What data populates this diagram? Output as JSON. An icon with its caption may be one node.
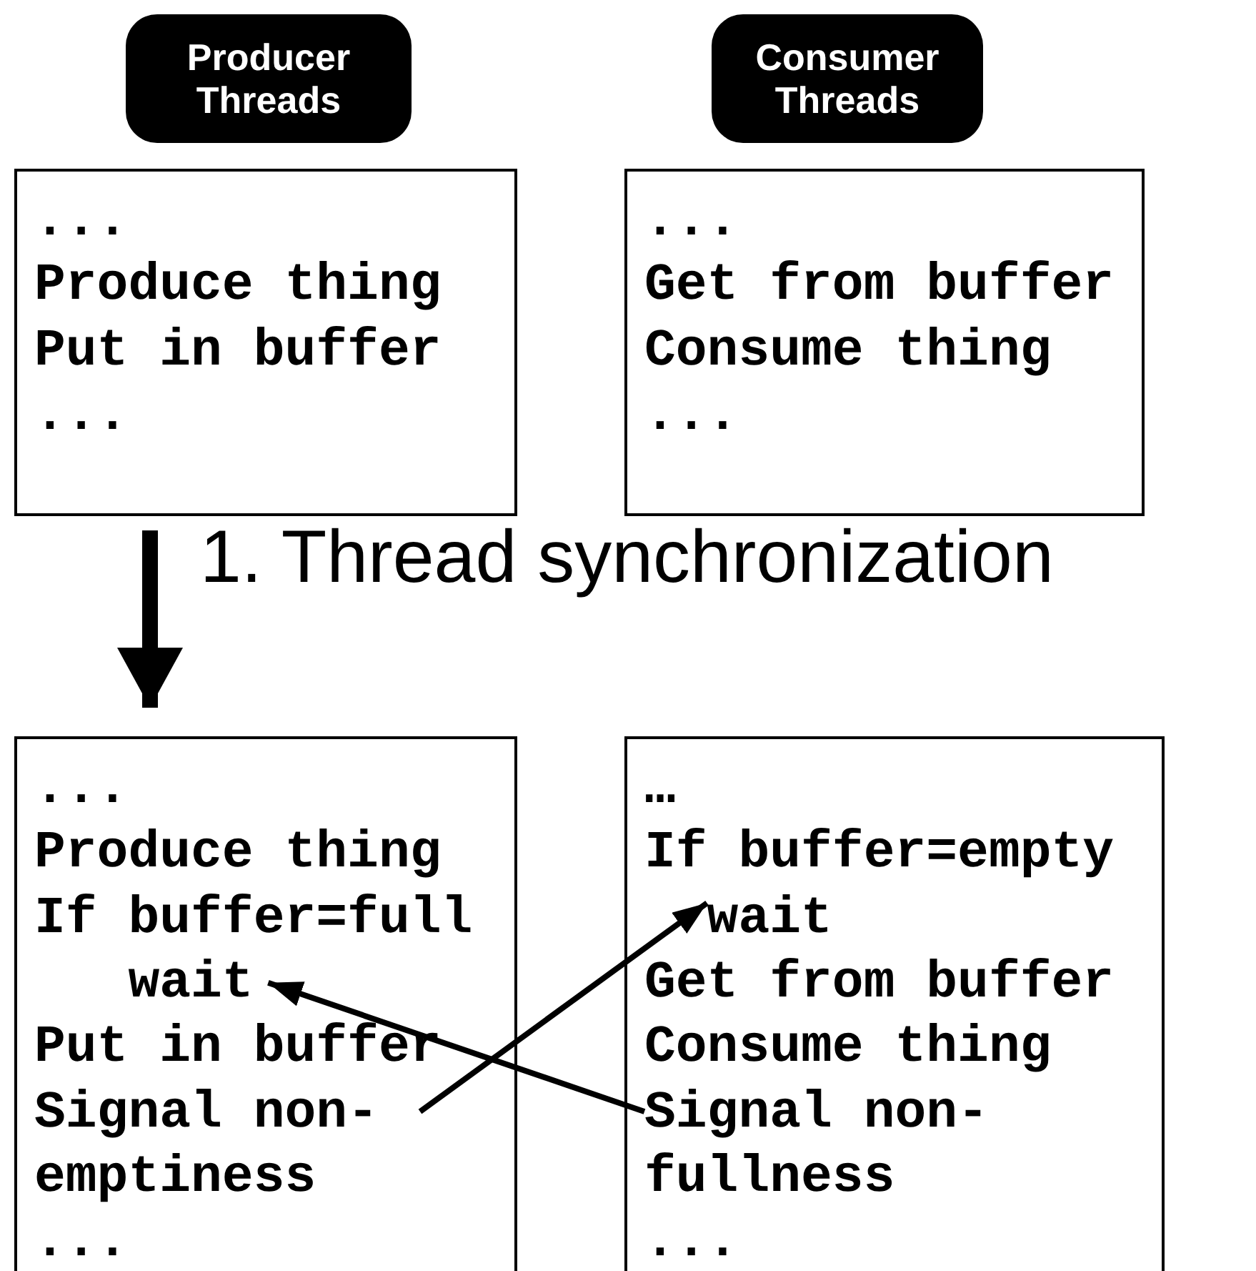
{
  "diagram": {
    "nodes": [
      {
        "text": [
          "Producer Threads"
        ]
      },
      {
        "text": [
          "Consumer Threads"
        ]
      },
      {
        "text": [
          "...",
          "Produce thing",
          "Put in buffer",
          "..."
        ]
      },
      {
        "text": [
          "...",
          "Get from buffer",
          "Consume thing",
          "..."
        ]
      },
      {
        "text": [],
        "shape": "box"
      },
      {
        "text": [],
        "shape": "box"
      },
      {
        "text": [
          "..."
        ],
        "in": 4
      },
      {
        "text": [
          "Produce thing"
        ],
        "in": 4
      },
      {
        "text": [
          "If buffer=full"
        ],
        "in": 4
      },
      {
        "text": [
          "wait"
        ],
        "in": 4
      },
      {
        "text": [
          "Put in buffer"
        ],
        "in": 4
      },
      {
        "text": [
          "Signal non- emptiness"
        ],
        "in": 4
      },
      {
        "text": [
          "..."
        ],
        "in": 4
      },
      {
        "text": [
          "…"
        ],
        "in": 5
      },
      {
        "text": [
          "If buffer=empty"
        ],
        "in": 5
      },
      {
        "text": [
          "wait"
        ],
        "in": 5
      },
      {
        "text": [
          "Get from buffer"
        ],
        "in": 5
      },
      {
        "text": [
          "Consume thing"
        ],
        "in": 5
      },
      {
        "text": [
          "Signal non- fullness"
        ],
        "in": 5
      },
      {
        "text": [
          "..."
        ],
        "in": 5
      }
    ],
    "edges": [
      {
        "from": 2,
        "to": 4,
        "arrow": "to",
        "label": "1. Thread synchronization",
        "style": "thick"
      },
      {
        "from": 11,
        "to": 15,
        "arrow": "to"
      },
      {
        "from": 18,
        "to": 9,
        "arrow": "to"
      }
    ]
  }
}
